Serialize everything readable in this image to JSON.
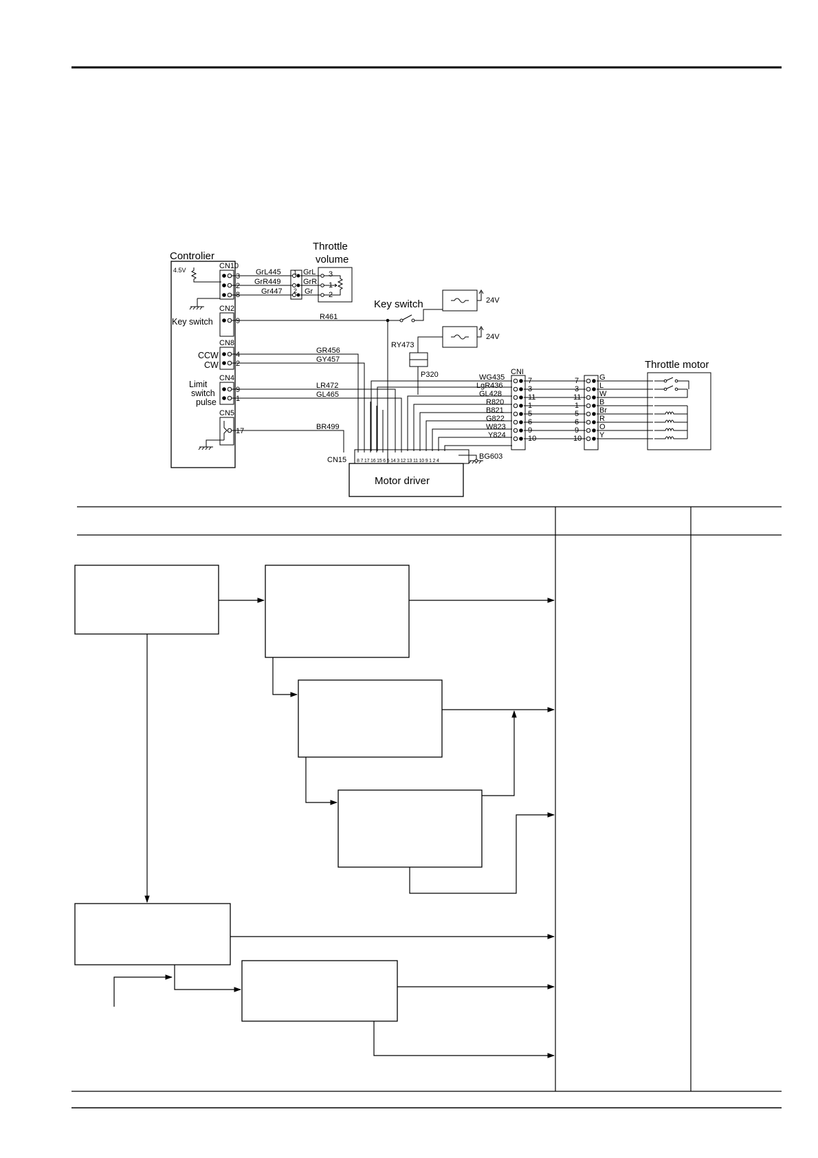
{
  "labels": {
    "controller": "Controlier",
    "throttle_line1": "Throttle",
    "throttle_line2": "volume",
    "key_switch_top": "Key switch",
    "key_switch_side": "Key switch",
    "ccw": "CCW",
    "cw": "CW",
    "limit": "Limit",
    "switch": "switch",
    "pulse": "pulse",
    "throttle_motor": "Throttle motor",
    "motor_driver": "Motor driver",
    "v45": "4.5V",
    "v24a": "24V",
    "v24b": "24V"
  },
  "connectors": {
    "cn10": "CN10",
    "cn2": "CN2",
    "cn8": "CN8",
    "cn4": "CN4",
    "cn5": "CN5",
    "cn15": "CN15",
    "cni": "CNI"
  },
  "pins": {
    "cn10": [
      "3",
      "2",
      "8"
    ],
    "cn2": [
      "9"
    ],
    "cn8": [
      "4",
      "2"
    ],
    "cn4": [
      "9",
      "1"
    ],
    "cn5": [
      "17"
    ],
    "tv_left": [
      "1",
      "2",
      "3"
    ],
    "tv_right": [
      "3",
      "1",
      "2"
    ],
    "cni_left": [
      "7",
      "3",
      "11",
      "1",
      "5",
      "6",
      "9",
      "10"
    ],
    "cni_right": [
      "7",
      "3",
      "11",
      "1",
      "5",
      "6",
      "9",
      "10"
    ],
    "cn15": "8 7 17 16 15 6 5 14 3 12 13 11 10 9 1 2 4"
  },
  "wires": {
    "grl445": "GrL445",
    "grr449": "GrR449",
    "gr447": "Gr447",
    "tv_grl": "GrL",
    "tv_grr": "GrR",
    "tv_gr": "Gr",
    "r461": "R461",
    "ry473": "RY473",
    "p320": "P320",
    "gr456": "GR456",
    "gy457": "GY457",
    "lr472": "LR472",
    "gl465": "GL465",
    "br499": "BR499",
    "bg603": "BG603",
    "motor_left": [
      "WG435",
      "LgR436",
      "GL428",
      "R820",
      "B821",
      "G822",
      "W823",
      "Y824"
    ],
    "motor_colors": [
      "G",
      "L",
      "W",
      "B",
      "Br",
      "R",
      "O",
      "Y"
    ]
  }
}
